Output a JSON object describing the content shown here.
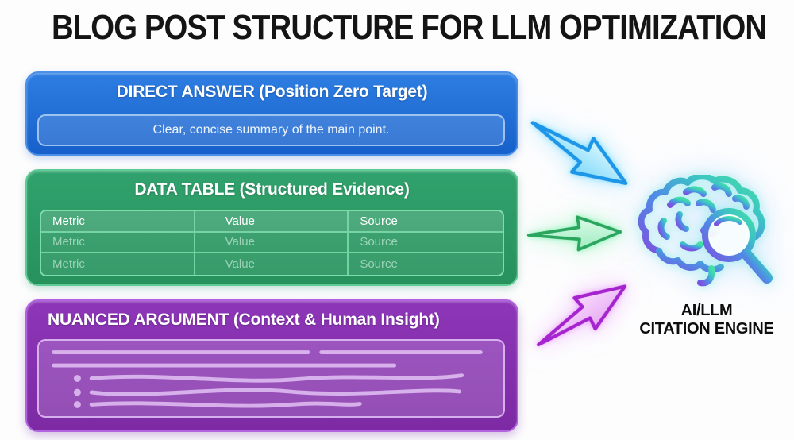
{
  "title": "BLOG POST STRUCTURE FOR LLM OPTIMIZATION",
  "sections": {
    "direct_answer": {
      "heading": "DIRECT ANSWER (Position Zero Target)",
      "summary": "Clear, concise summary of the main point.",
      "accent_color": "#1b66cf"
    },
    "data_table": {
      "heading": "DATA TABLE (Structured Evidence)",
      "accent_color": "#2a9a63",
      "columns": [
        "Metric",
        "Value",
        "Source"
      ],
      "rows": [
        [
          "Metric",
          "Value",
          "Source"
        ],
        [
          "Metric",
          "Value",
          "Source"
        ]
      ]
    },
    "nuanced_argument": {
      "heading": "NUANCED ARGUMENT (Context & Human Insight)",
      "accent_color": "#8a32b2"
    }
  },
  "engine": {
    "label_line1": "AI/LLM",
    "label_line2": "CITATION ENGINE",
    "icon": "brain-with-magnifier-icon"
  },
  "arrows": [
    {
      "name": "arrow-direct-answer-to-engine",
      "color": "#35b4ef",
      "direction": "down-right"
    },
    {
      "name": "arrow-data-table-to-engine",
      "color": "#3fbf78",
      "direction": "right"
    },
    {
      "name": "arrow-nuanced-argument-to-engine",
      "color": "#c44fe3",
      "direction": "up-right"
    }
  ]
}
